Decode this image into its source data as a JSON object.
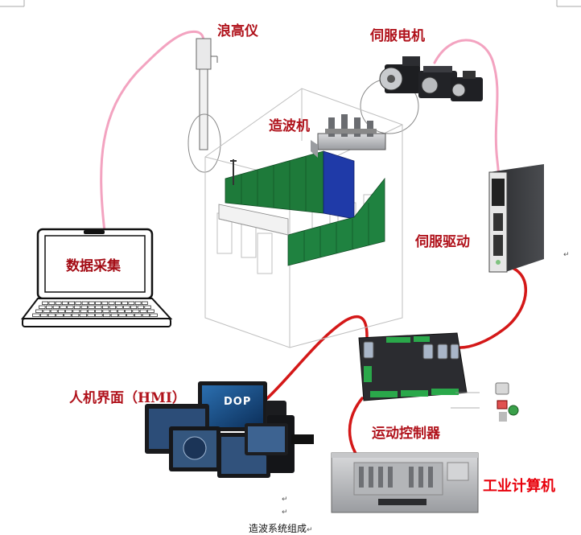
{
  "labels": {
    "wave_gauge": "浪高仪",
    "servo_motor": "伺服电机",
    "wave_maker": "造波机",
    "data_acquisition": "数据采集",
    "servo_drive": "伺服驱动",
    "hmi": "人机界面（HMI）",
    "motion_controller": "运动控制器",
    "industrial_pc": "工业计算机"
  },
  "hmi_screen_text": "DOP",
  "caption": "造波系统组成",
  "paragraph_mark": "↵",
  "colors": {
    "label_red": "#b0121b",
    "label_bright_red": "#e8000b",
    "cable_pink": "#f3a3c0",
    "cable_red": "#d41818",
    "tank_green": "#1e7a3a",
    "tank_blue": "#1f3aa8"
  },
  "icons": [
    "laptop-icon",
    "servo-motor-icon",
    "servo-drive-icon",
    "motion-controller-icon",
    "hmi-panel-icon",
    "industrial-pc-icon",
    "wave-gauge-icon",
    "wave-tank-icon"
  ]
}
